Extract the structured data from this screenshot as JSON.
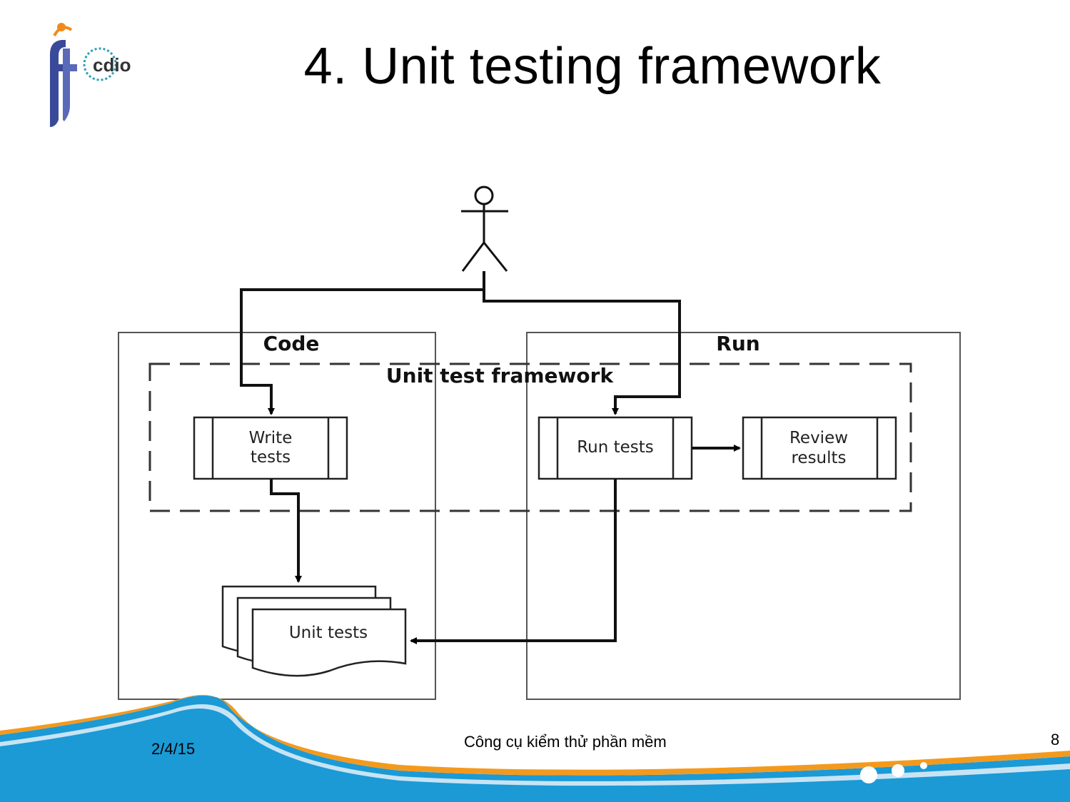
{
  "slide": {
    "title": "4. Unit testing framework",
    "logo": {
      "text": "cdio",
      "colors": {
        "blue": "#3a4a9a",
        "orange": "#f08a1c",
        "teal": "#2a9fb5"
      }
    }
  },
  "diagram": {
    "panels": {
      "code": "Code",
      "run": "Run"
    },
    "framework_label": "Unit test framework",
    "boxes": {
      "write_tests": [
        "Write",
        "tests"
      ],
      "run_tests": "Run tests",
      "review_results": [
        "Review",
        "results"
      ]
    },
    "document": "Unit tests",
    "actor": "actor-stick-figure"
  },
  "footer": {
    "date": "2/4/15",
    "course": "Công cụ kiểm thử phần mềm",
    "page": "8",
    "colors": {
      "wave_blue": "#1b9ad6",
      "wave_orange": "#f39a1e",
      "wave_light": "#c8e4f4"
    }
  }
}
